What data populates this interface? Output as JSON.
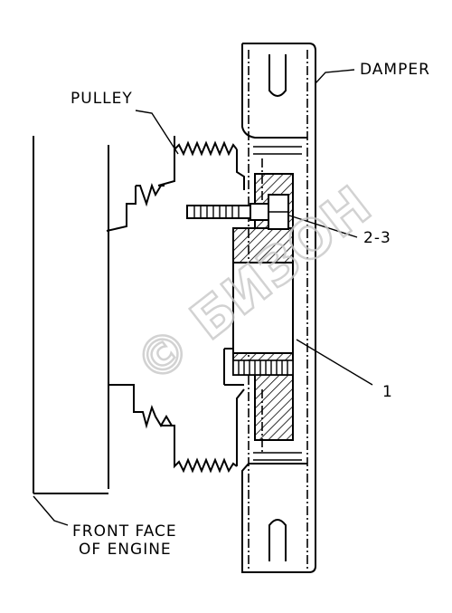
{
  "labels": {
    "damper": "DAMPER",
    "pulley": "PULLEY",
    "callout_2_3": "2-3",
    "callout_1": "1",
    "front_face_line1": "FRONT FACE",
    "front_face_line2": "OF ENGINE"
  },
  "watermark": {
    "text": "© БИЗОН",
    "color": "#c8c8c8"
  }
}
